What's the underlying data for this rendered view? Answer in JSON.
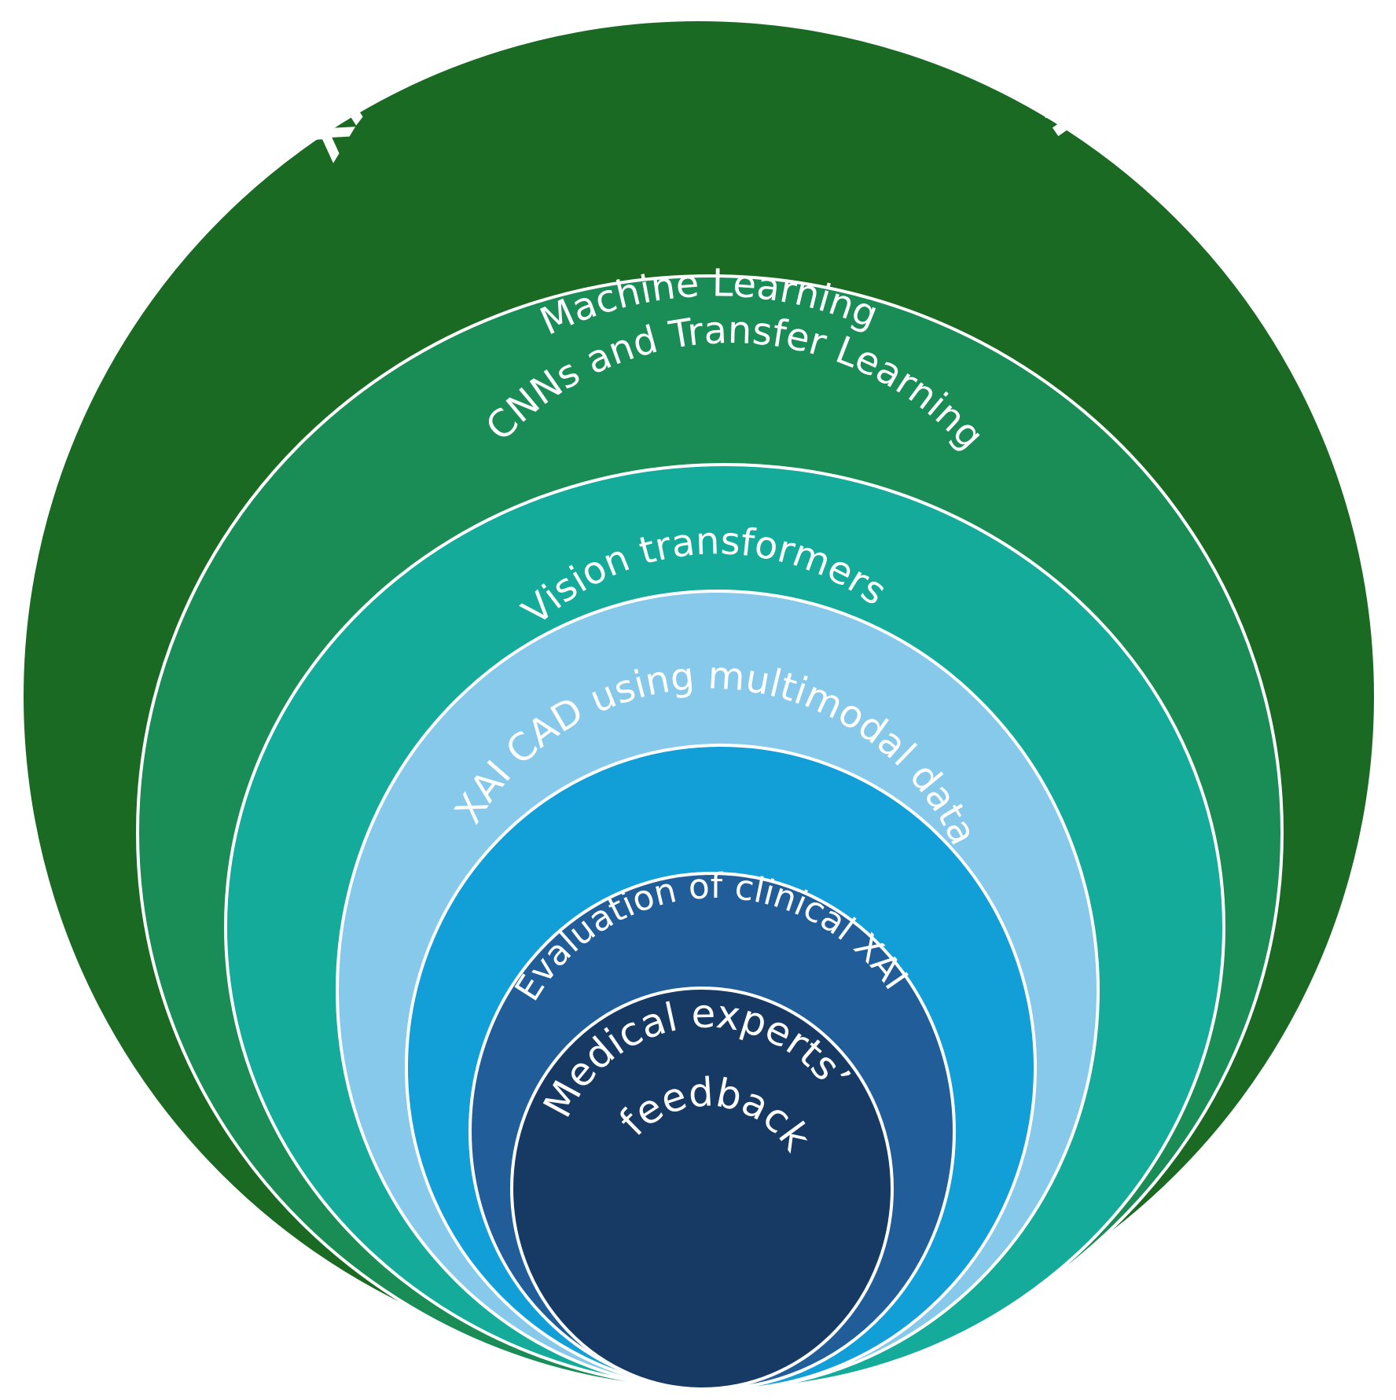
{
  "layers": [
    {
      "label": "XAI powered CAD research",
      "color": "#1b6a23"
    },
    {
      "label": "Machine Learning",
      "color": "#1a8c55"
    },
    {
      "label": "CNNs and Transfer Learning",
      "color": "#14ab9b"
    },
    {
      "label": "Vision transformers",
      "color": "#86c9eb"
    },
    {
      "label": "XAI CAD using multimodal data",
      "color": "#129ed6"
    },
    {
      "label": "Evaluation of clinical XAI",
      "color": "#215e99"
    },
    {
      "label_lines": [
        "Medical experts’",
        "feedback"
      ],
      "color": "#163a63"
    }
  ]
}
